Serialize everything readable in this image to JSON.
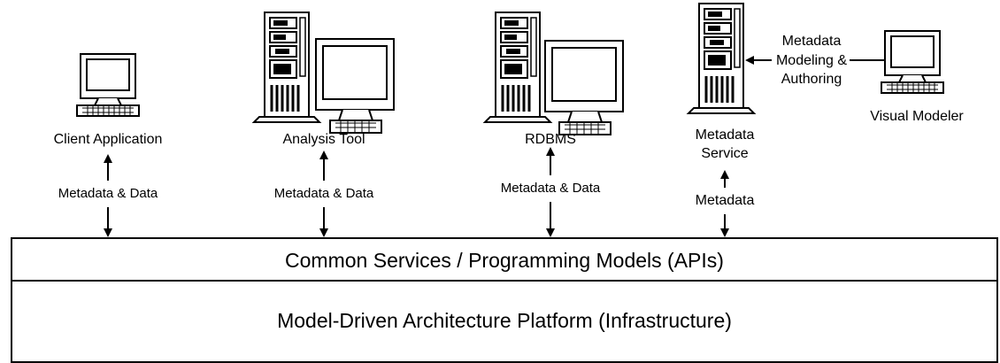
{
  "nodes": {
    "client_application": "Client Application",
    "analysis_tool": "Analysis Tool",
    "rdbms": "RDBMS",
    "metadata_service_line1": "Metadata",
    "metadata_service_line2": "Service",
    "visual_modeler": "Visual Modeler"
  },
  "flows": {
    "client": "Metadata & Data",
    "analysis": "Metadata & Data",
    "rdbms": "Metadata & Data",
    "service": "Metadata",
    "modeler_line1": "Metadata",
    "modeler_line2": "Modeling &",
    "modeler_line3": "Authoring"
  },
  "layers": {
    "apis": "Common Services / Programming Models (APIs)",
    "platform": "Model-Driven Architecture Platform (Infrastructure)"
  }
}
